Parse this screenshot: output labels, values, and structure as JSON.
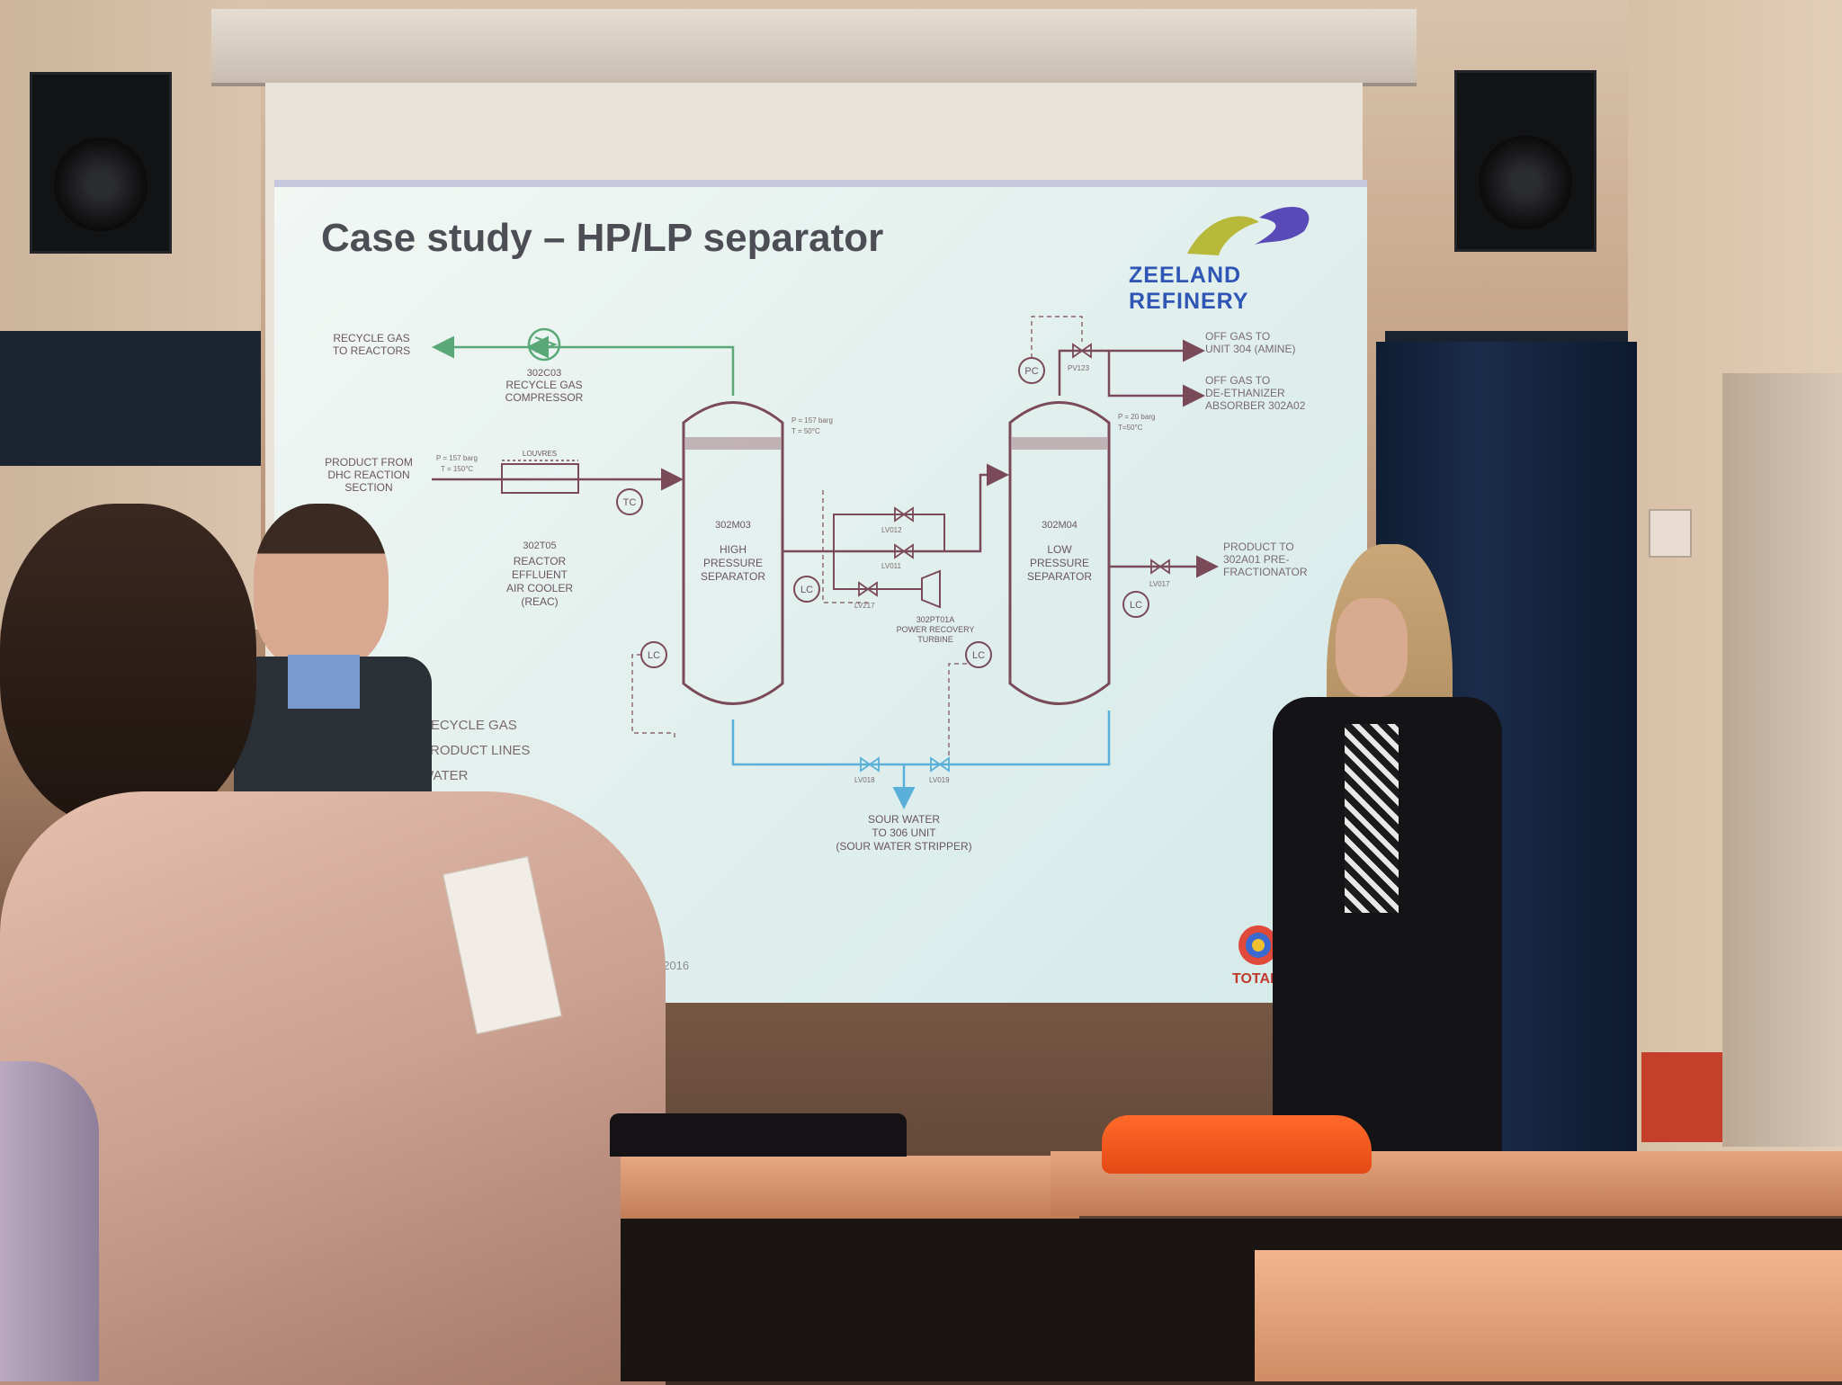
{
  "slide": {
    "title": "Case study – HP/LP separator",
    "logo": "ZEELAND REFINERY",
    "footer": "...spire - 20 December 2016",
    "brand": "TOTAL"
  },
  "diagram": {
    "recycle_gas_to_reactors": [
      "RECYCLE GAS",
      "TO REACTORS"
    ],
    "compressor": [
      "302C03",
      "RECYCLE GAS",
      "COMPRESSOR"
    ],
    "product_from_dhc": [
      "PRODUCT FROM",
      "DHC REACTION",
      "SECTION"
    ],
    "inlet_conditions": [
      "P = 157 barg",
      "T = 150°C"
    ],
    "louvres": "LOUVRES",
    "air_cooler": [
      "302T05",
      "REACTOR",
      "EFFLUENT",
      "AIR COOLER",
      "(REAC)"
    ],
    "tc": "TC",
    "hp_separator": [
      "302M03",
      "HIGH",
      "PRESSURE",
      "SEPARATOR"
    ],
    "hp_conditions": [
      "P = 157 barg",
      "T = 50°C"
    ],
    "lc": "LC",
    "valves_mid": [
      "LV012",
      "LV011",
      "LV217"
    ],
    "turbine": [
      "302PT01A",
      "POWER RECOVERY",
      "TURBINE"
    ],
    "lp_separator": [
      "302M04",
      "LOW",
      "PRESSURE",
      "SEPARATOR"
    ],
    "lp_conditions": [
      "P = 20 barg",
      "T=50°C"
    ],
    "pc": "PC",
    "pv": "PV123",
    "off_gas_amine": [
      "OFF GAS TO",
      "UNIT 304 (AMINE)"
    ],
    "off_gas_deeth": [
      "OFF GAS TO",
      "DE-ETHANIZER",
      "ABSORBER 302A02"
    ],
    "product_to_fract": [
      "PRODUCT TO",
      "302A01 PRE-",
      "FRACTIONATOR"
    ],
    "lv017": "LV017",
    "lv018": "LV018",
    "lv019": "LV019",
    "sour_water": [
      "SOUR WATER",
      "TO 306 UNIT",
      "(SOUR WATER STRIPPER)"
    ],
    "legend": [
      "RECYCLE GAS",
      "PRODUCT LINES",
      "WATER"
    ],
    "colors": {
      "gas": "#5aa878",
      "product": "#7a4a58",
      "water": "#5ab0d8"
    }
  }
}
